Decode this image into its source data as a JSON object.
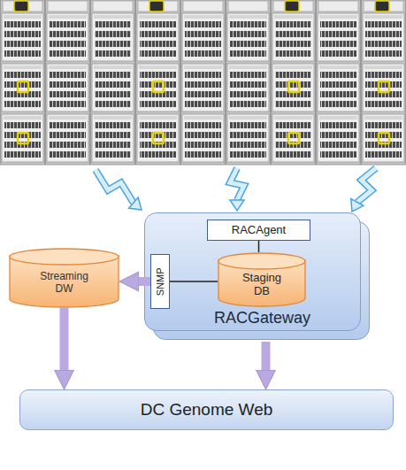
{
  "diagram": {
    "nodes": [
      {
        "text": [
          "RACGateway"
        ]
      },
      {
        "text": [
          "RACAgent"
        ],
        "in": 0
      },
      {
        "text": [
          "SNMP"
        ],
        "in": 0
      },
      {
        "text": [
          "Staging DB"
        ],
        "in": 0
      },
      {
        "text": [
          "Streaming DW"
        ]
      },
      {
        "text": [
          "DC Genome Web"
        ]
      }
    ],
    "edges": [
      {
        "from": 1,
        "to": 3,
        "arrow": "none"
      },
      {
        "from": 2,
        "to": 3,
        "arrow": "none"
      },
      {
        "from": 2,
        "to": 4,
        "arrow": "to"
      },
      {
        "from": 4,
        "to": 5,
        "arrow": "to"
      },
      {
        "from": 0,
        "to": 5,
        "arrow": "to"
      }
    ]
  }
}
